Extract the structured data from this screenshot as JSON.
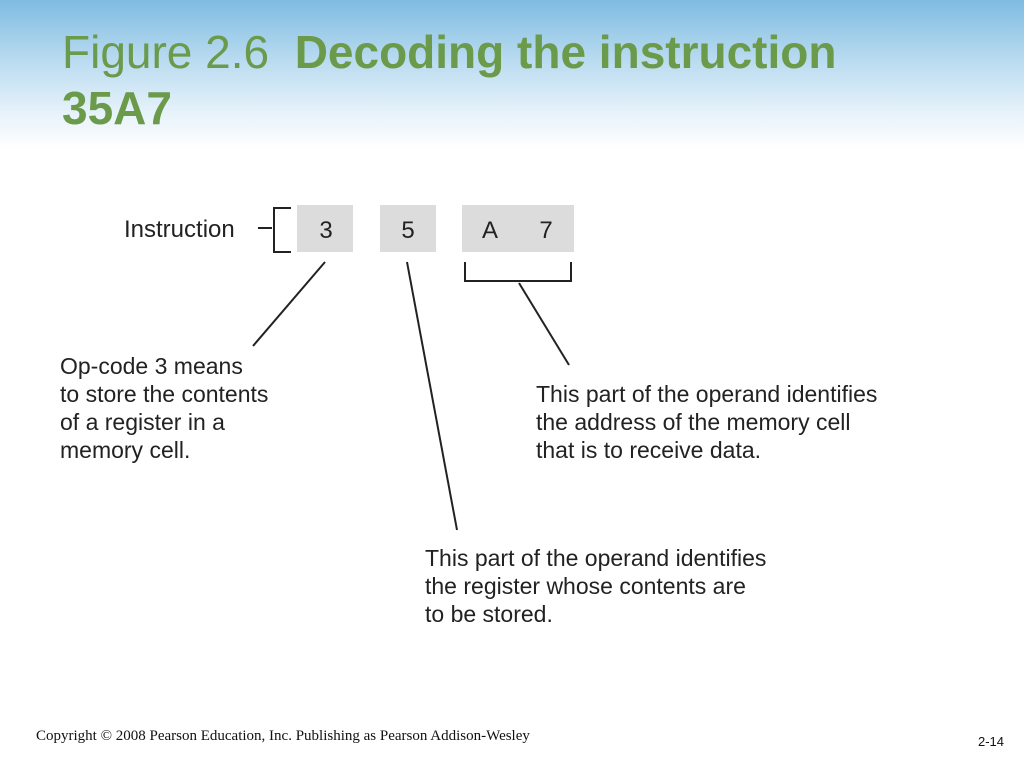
{
  "slide": {
    "title_prefix": "Figure 2.6",
    "title_bold_line1": "Decoding the instruction",
    "title_bold_line2": "35A7",
    "footer": "Copyright © 2008 Pearson Education, Inc. Publishing as Pearson Addison-Wesley",
    "page_number": "2-14"
  },
  "diagram": {
    "instruction_label": "Instruction",
    "cells": [
      "3",
      "5",
      "A",
      "7"
    ],
    "opcode_note": [
      "Op-code 3 means",
      "to store the contents",
      "of a register in a",
      "memory cell."
    ],
    "address_note": [
      "This part of the operand identifies",
      "the address of the memory cell",
      "that is to receive data."
    ],
    "register_note": [
      "This part of the operand identifies",
      "the register whose contents are",
      "to be stored."
    ]
  },
  "colors": {
    "title": "#6a9a4a",
    "cell_fill": "#dcdcdc",
    "header_top": "#7fbbe1"
  }
}
